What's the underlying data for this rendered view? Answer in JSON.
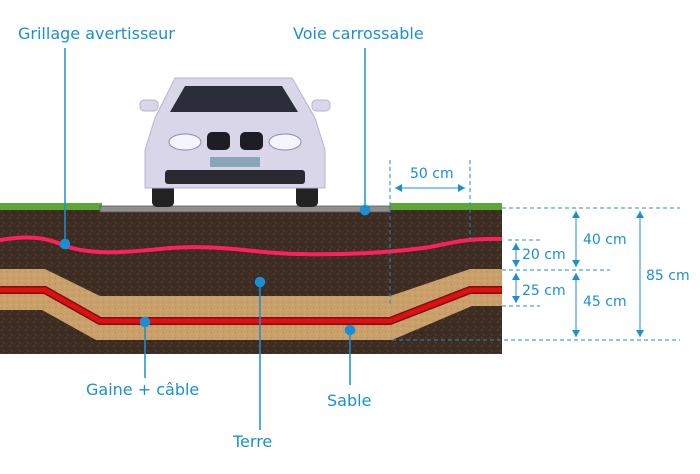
{
  "labels": {
    "grillage": "Grillage avertisseur",
    "voie": "Voie carrossable",
    "gaine": "Gaine + câble",
    "sable": "Sable",
    "terre": "Terre"
  },
  "dimensions": {
    "width_offset": "50 cm",
    "grillage_depth": "40 cm",
    "grillage_to_sand": "20 cm",
    "sand_layer": "25 cm",
    "cable_depth": "45 cm",
    "total_depth": "85 cm"
  },
  "colors": {
    "accent": "#1b8fd6",
    "warning_mesh": "#ff1f5a",
    "cable": "#e01010",
    "sand": "#c9a06a",
    "soil": "#3d2d22",
    "grass": "#5aa832",
    "car_body": "#d9d6ea"
  },
  "icons": [
    "car-icon"
  ]
}
